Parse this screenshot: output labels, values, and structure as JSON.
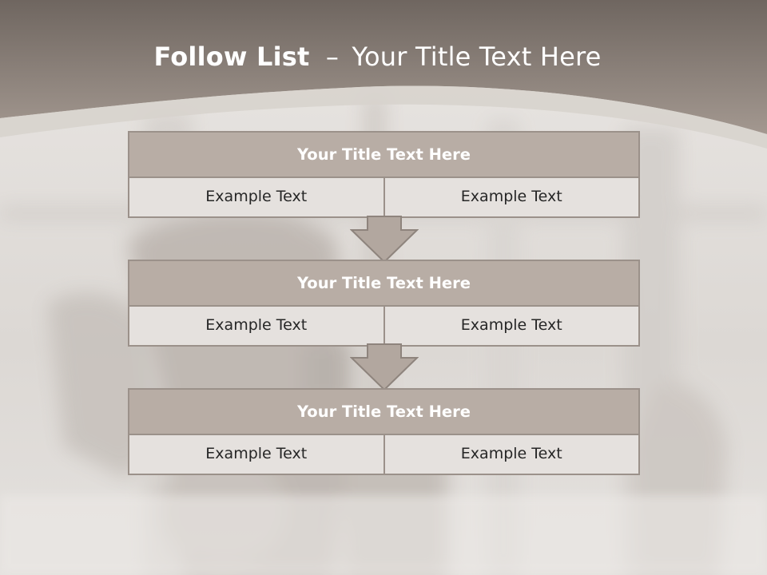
{
  "slide": {
    "title_bold": "Follow List",
    "title_dash": "–",
    "title_rest": "Your Title Text Here",
    "steps": [
      {
        "title": "Your Title Text Here",
        "left": "Example Text",
        "right": "Example Text"
      },
      {
        "title": "Your Title Text Here",
        "left": "Example Text",
        "right": "Example Text"
      },
      {
        "title": "Your Title Text Here",
        "left": "Example Text",
        "right": "Example Text"
      }
    ]
  },
  "colors": {
    "header_band": "#8f837b",
    "box_title_fill": "#b8ada5",
    "box_cell_fill": "#e5e1de",
    "box_border": "#9b918a",
    "arrow_fill": "#b2a79f",
    "title_text": "#ffffff",
    "cell_text": "#262626"
  }
}
